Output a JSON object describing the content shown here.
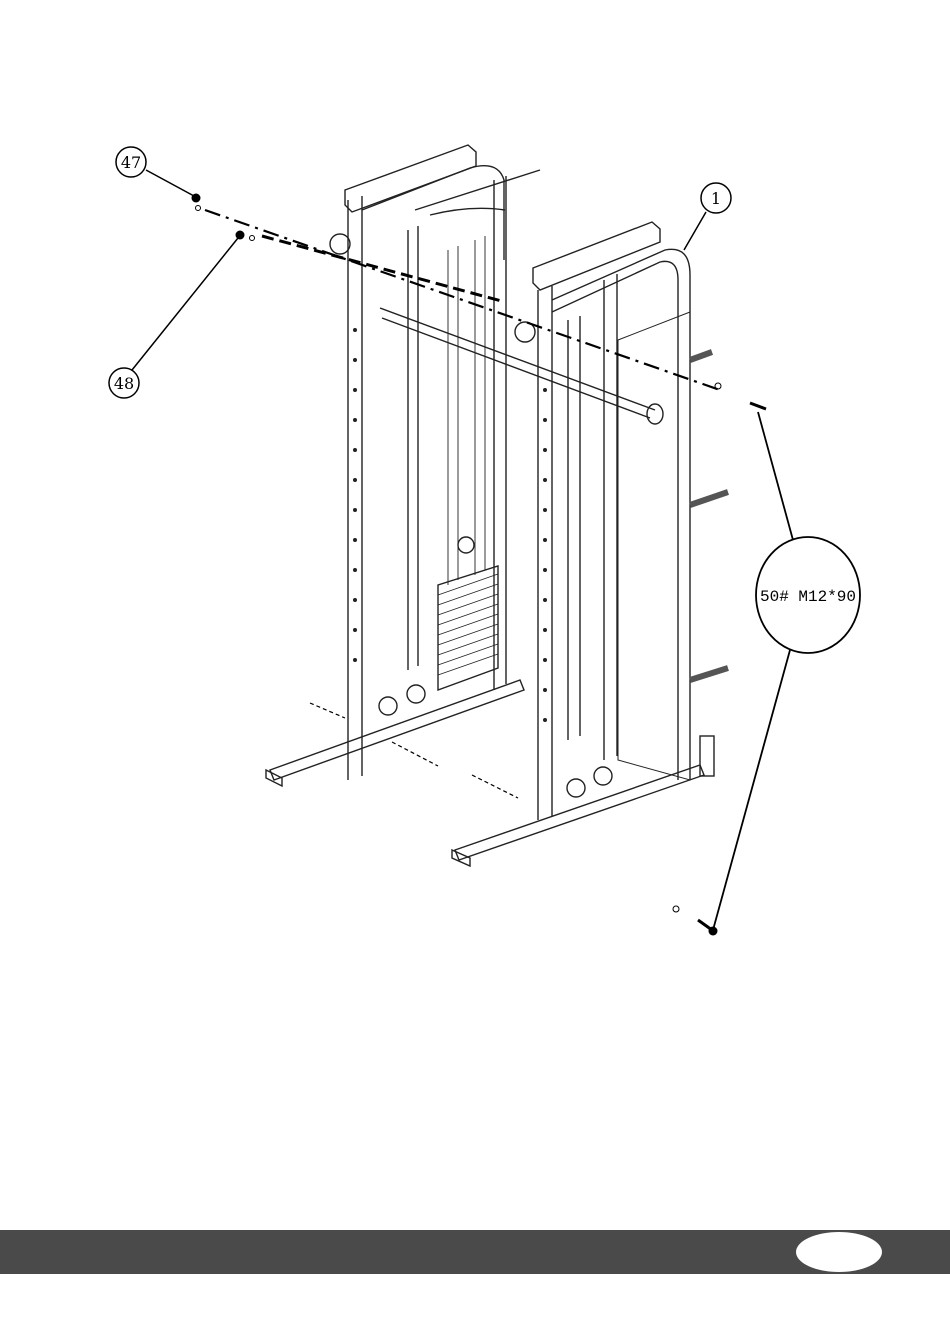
{
  "callouts": {
    "part_47": "47",
    "part_48": "48",
    "part_1": "1"
  },
  "spec_label": "50# M12*90",
  "colors": {
    "line": "#000000",
    "footer": "#4a4a4a"
  }
}
